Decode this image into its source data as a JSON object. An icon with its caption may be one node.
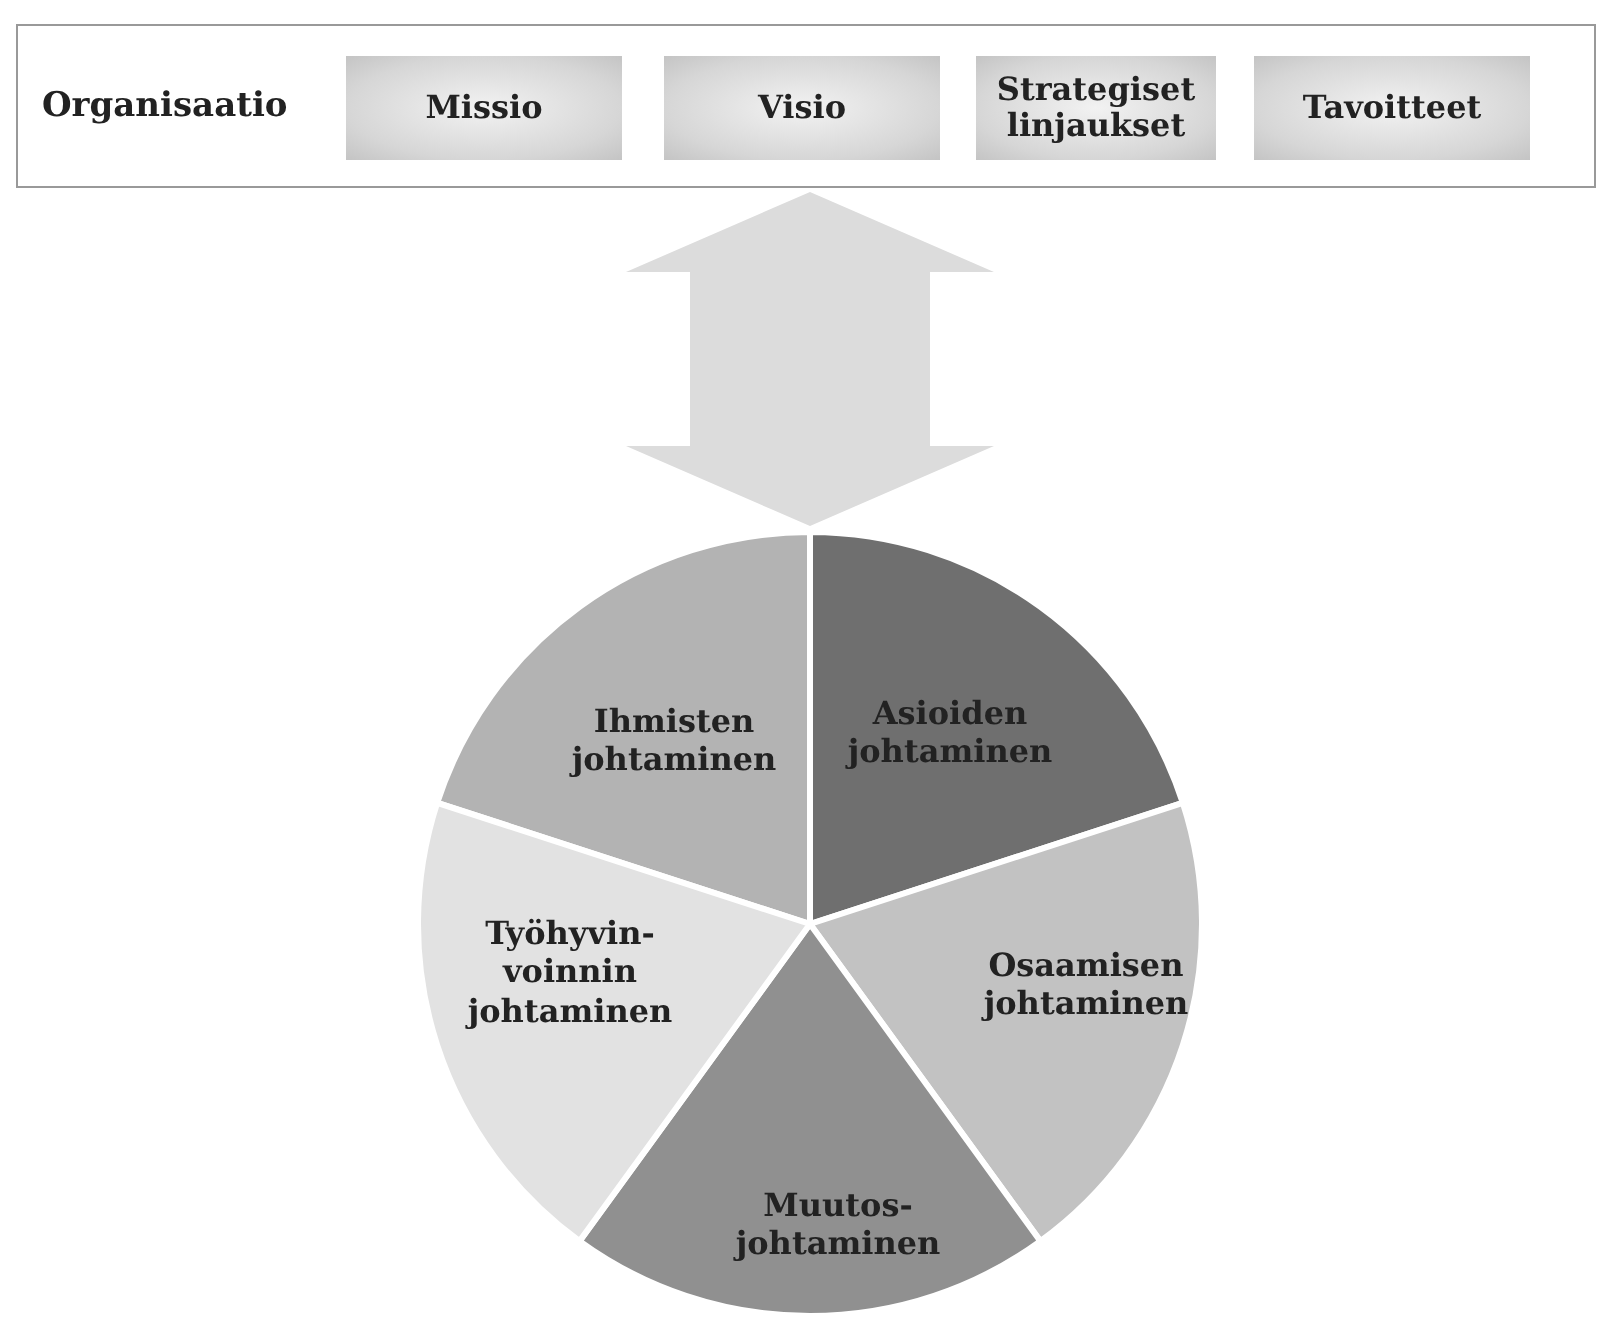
{
  "diagram": {
    "nodes": [
      {
        "text": [
          "Organisaatio"
        ]
      },
      {
        "text": [
          "Missio"
        ],
        "in": 0
      },
      {
        "text": [
          "Visio"
        ],
        "in": 0
      },
      {
        "text": [
          "Strategiset linjaukset"
        ],
        "in": 0
      },
      {
        "text": [
          "Tavoitteet"
        ],
        "in": 0
      },
      {
        "text": [],
        "shape": "circle"
      },
      {
        "text": [
          "Ihmisten johtaminen"
        ],
        "in": 5
      },
      {
        "text": [
          "Asioiden johtaminen"
        ],
        "in": 5
      },
      {
        "text": [
          "Osaamisen johtaminen"
        ],
        "in": 5
      },
      {
        "text": [
          "Muutos- johtaminen"
        ],
        "in": 5
      },
      {
        "text": [
          "Työhyvin- voinnin johtaminen"
        ],
        "in": 5
      }
    ],
    "edges": [
      {
        "from": 0,
        "to": 5,
        "arrow": "both"
      }
    ]
  }
}
